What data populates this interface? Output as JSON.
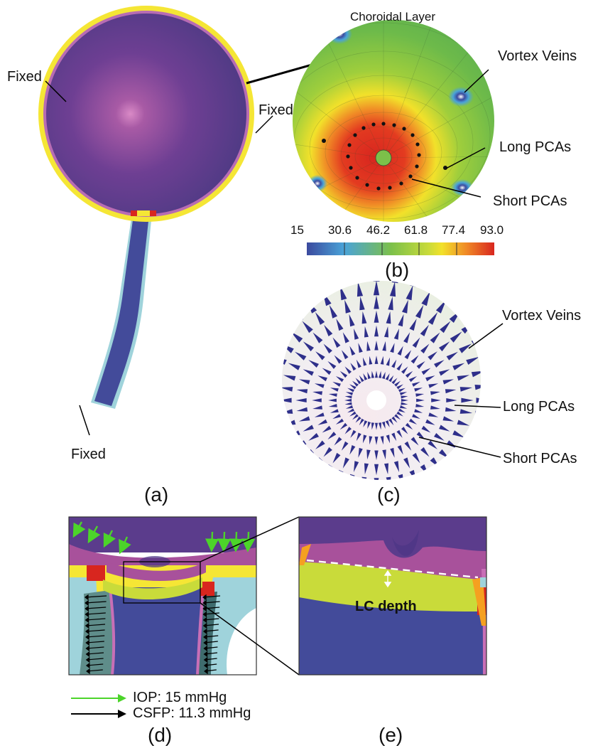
{
  "panel_labels": {
    "a": "(a)",
    "b": "(b)",
    "c": "(c)",
    "d": "(d)",
    "e": "(e)"
  },
  "panel_a": {
    "fixed_top_left": "Fixed",
    "fixed_right": "Fixed",
    "fixed_bottom": "Fixed"
  },
  "panel_b": {
    "title": "Choroidal Layer",
    "vortex_veins": "Vortex Veins",
    "long_pcas": "Long PCAs",
    "short_pcas": "Short PCAs",
    "colorbar_ticks": [
      "15",
      "30.6",
      "46.2",
      "61.8",
      "77.4",
      "93.0"
    ],
    "colors": [
      "#3b4a9e",
      "#4aa3d8",
      "#7cc04a",
      "#f2e12a",
      "#f08a26",
      "#d8261f"
    ]
  },
  "panel_c": {
    "vortex_veins": "Vortex Veins",
    "long_pcas": "Long PCAs",
    "short_pcas": "Short PCAs"
  },
  "panel_d": {
    "iop_label": "IOP: 15 mmHg",
    "csfp_label": "CSFP: 11.3 mmHg",
    "iop_color": "#4cd42a",
    "csfp_color": "#000000"
  },
  "panel_e": {
    "lc_depth": "LC depth"
  }
}
